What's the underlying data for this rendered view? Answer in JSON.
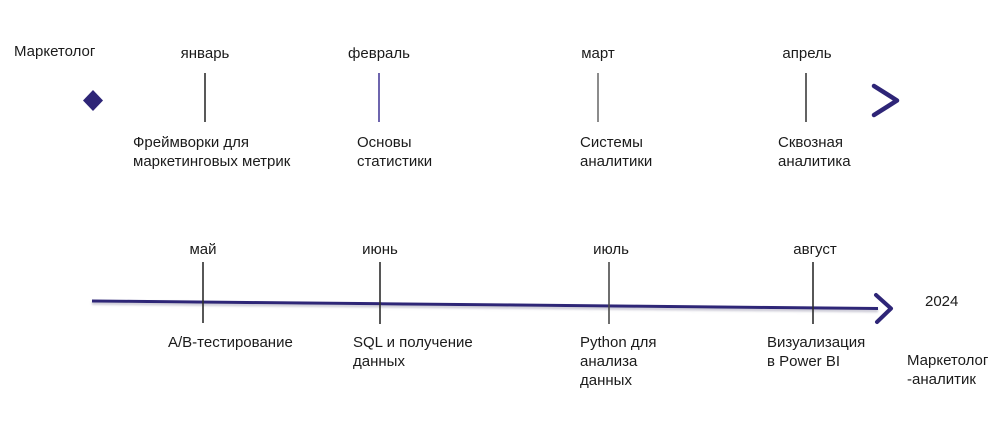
{
  "labels": {
    "start_role": "Маркетолог",
    "end_role": "Маркетолог\n-аналитик",
    "year": "2024"
  },
  "colors": {
    "accent": "#2e2577",
    "text": "#1b1b1b"
  },
  "timeline_top": {
    "items": [
      {
        "month": "январь",
        "topic": "Фреймворки для\nмаркетинговых метрик"
      },
      {
        "month": "февраль",
        "topic": "Основы\nстатистики"
      },
      {
        "month": "март",
        "topic": "Системы\nаналитики"
      },
      {
        "month": "апрель",
        "topic": "Сквозная\nаналитика"
      }
    ]
  },
  "timeline_bottom": {
    "items": [
      {
        "month": "май",
        "topic": "A/B-тестирование"
      },
      {
        "month": "июнь",
        "topic": "SQL и получение\nданных"
      },
      {
        "month": "июль",
        "topic": "Python для\nанализа\nданных"
      },
      {
        "month": "август",
        "topic": "Визуализация\nв Power BI"
      }
    ]
  }
}
